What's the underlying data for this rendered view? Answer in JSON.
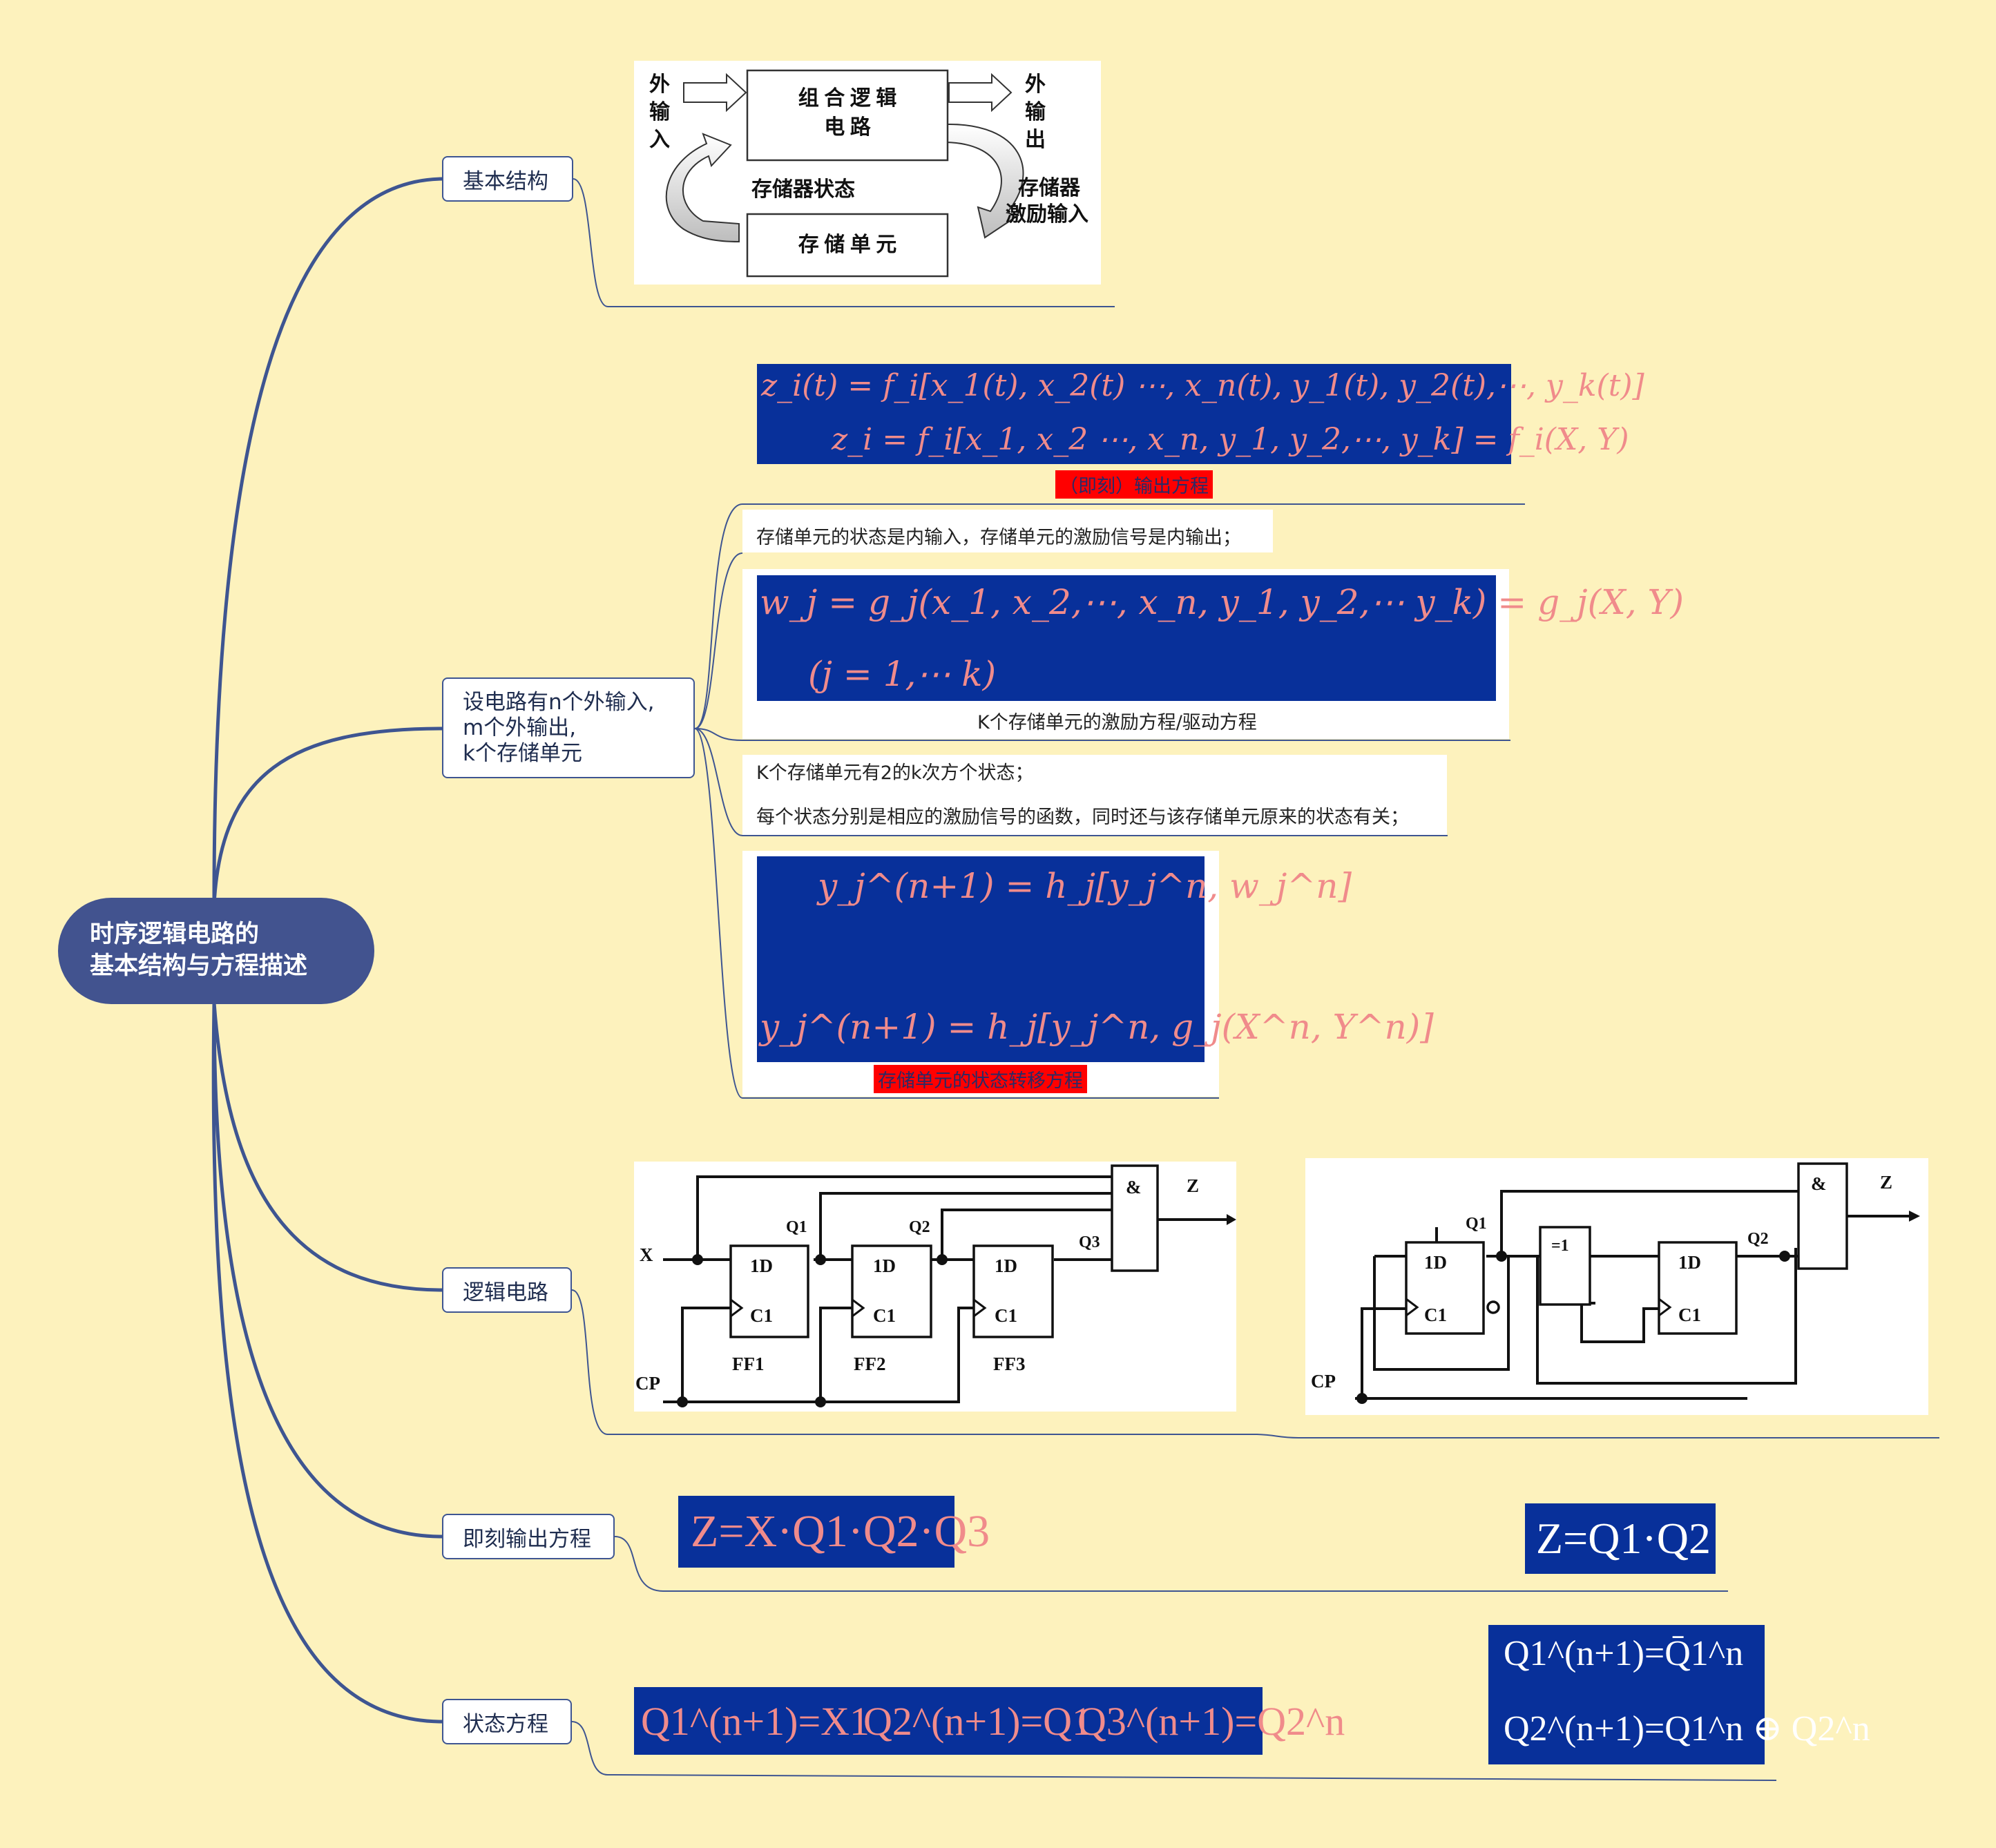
{
  "root": {
    "line1": "时序逻辑电路的",
    "line2": "基本结构与方程描述"
  },
  "branches": {
    "basic": "基本结构",
    "setup": {
      "line1": "设电路有n个外输入,",
      "line2": "m个外输出,",
      "line3": "k个存储单元"
    },
    "logic": "逻辑电路",
    "output_eq": "即刻输出方程",
    "state_eq": "状态方程"
  },
  "structure_diagram": {
    "comb_box": {
      "line1": "组 合 逻 辑",
      "line2": "电 路"
    },
    "storage_box": "存 储 单 元",
    "ext_in": [
      "外",
      "输",
      "入"
    ],
    "ext_out": [
      "外",
      "输",
      "出"
    ],
    "state_label": "存储器状态",
    "excite_label": {
      "line1": "存储器",
      "line2": "激励输入"
    }
  },
  "output_equation": {
    "line1": "z_i(t) = f_i[x_1(t), x_2(t) ⋯, x_n(t), y_1(t), y_2(t),⋯, y_k(t)]",
    "line2": "z_i = f_i[x_1, x_2 ⋯, x_n, y_1, y_2,⋯, y_k] = f_i(X, Y)",
    "label": "（即刻）输出方程"
  },
  "notes": {
    "internal_io": "存储单元的状态是内输入，存储单元的激励信号是内输出；",
    "states_count": "K个存储单元有2的k次方个状态；",
    "state_dependency": "每个状态分别是相应的激励信号的函数，同时还与该存储单元原来的状态有关；"
  },
  "excitation_equation": {
    "line1": "w_j = g_j(x_1, x_2,⋯, x_n, y_1, y_2,⋯ y_k) = g_j(X, Y)",
    "line2": "(j = 1,⋯ k)",
    "caption": "K个存储单元的激励方程/驱动方程"
  },
  "transition_equation": {
    "line1": "y_j^(n+1) = h_j[y_j^n, w_j^n]",
    "line2": "y_j^(n+1) = h_j[y_j^n, g_j(X^n, Y^n)]",
    "label": "存储单元的状态转移方程"
  },
  "circuit1": {
    "x": "X",
    "cp": "CP",
    "z": "Z",
    "and": "&",
    "q": [
      "Q1",
      "Q2",
      "Q3"
    ],
    "ff_d": "1D",
    "ff_c": "C1",
    "ff": [
      "FF1",
      "FF2",
      "FF3"
    ]
  },
  "circuit2": {
    "cp": "CP",
    "z": "Z",
    "and": "&",
    "xor": "=1",
    "q": [
      "Q1",
      "Q2"
    ],
    "ff_d": "1D",
    "ff_c": "C1"
  },
  "output_formulas": {
    "left": "Z=X·Q1·Q2·Q3",
    "right": "Z=Q1·Q2"
  },
  "state_formulas": {
    "left": [
      "Q1^(n+1)=X1",
      "Q2^(n+1)=Q1",
      "Q3^(n+1)=Q2^n"
    ],
    "right": [
      "Q1^(n+1)=Q̄1^n",
      "Q2^(n+1)=Q1^n ⊕ Q2^n"
    ]
  },
  "colors": {
    "background": "#fdf2bd",
    "root": "#42538f",
    "connector": "#3e5591",
    "formula_bg": "#08309a",
    "formula_text": "#f08b8b",
    "highlight": "#ff0000"
  }
}
